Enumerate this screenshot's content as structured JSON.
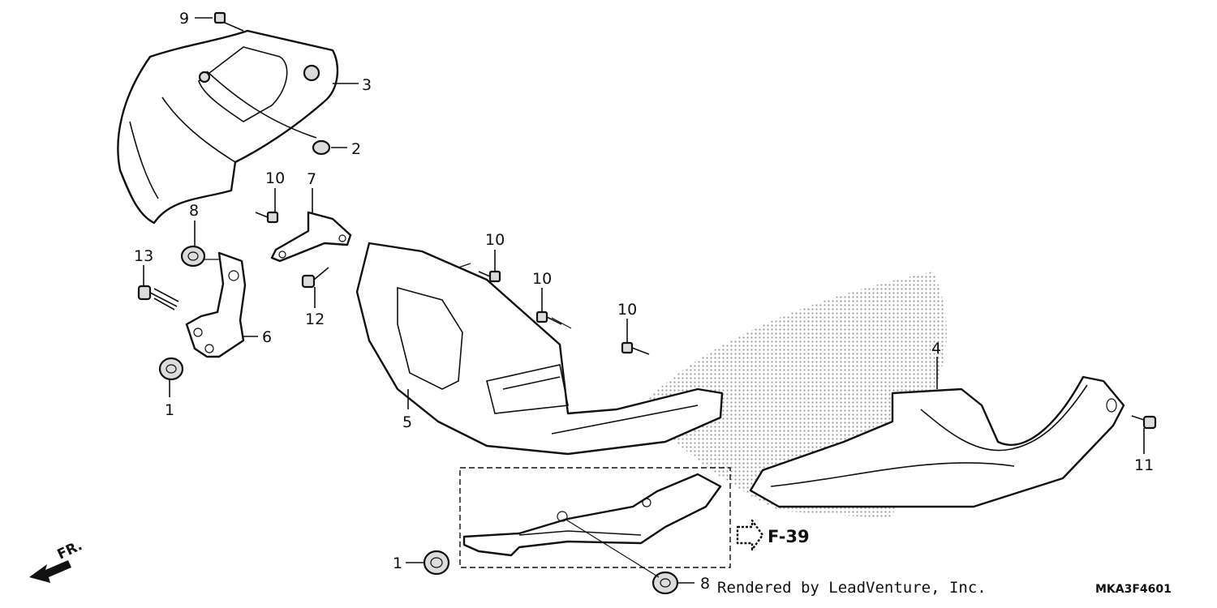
{
  "callouts": {
    "c9": "9",
    "c3": "3",
    "c2": "2",
    "c10a": "10",
    "c7": "7",
    "c8a": "8",
    "c13": "13",
    "c12": "12",
    "c6": "6",
    "c1a": "1",
    "c10b": "10",
    "c10c": "10",
    "c10d": "10",
    "c4": "4",
    "c5": "5",
    "c11": "11",
    "c1b": "1",
    "c8b": "8"
  },
  "reference": "F-39",
  "direction_label": "FR.",
  "render_credit": "Rendered by LeadVenture, Inc.",
  "diagram_code": "MKA3F4601",
  "colors": {
    "ink": "#111111",
    "paper": "#ffffff",
    "shade": "#bdbdbd"
  }
}
